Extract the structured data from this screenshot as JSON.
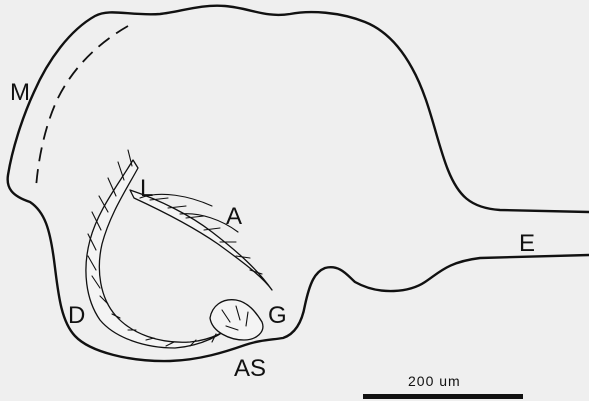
{
  "labels": {
    "m": "M",
    "l": "L",
    "a": "A",
    "e": "E",
    "d": "D",
    "g": "G",
    "as": "AS"
  },
  "scale_bar": {
    "text": "200 um"
  }
}
